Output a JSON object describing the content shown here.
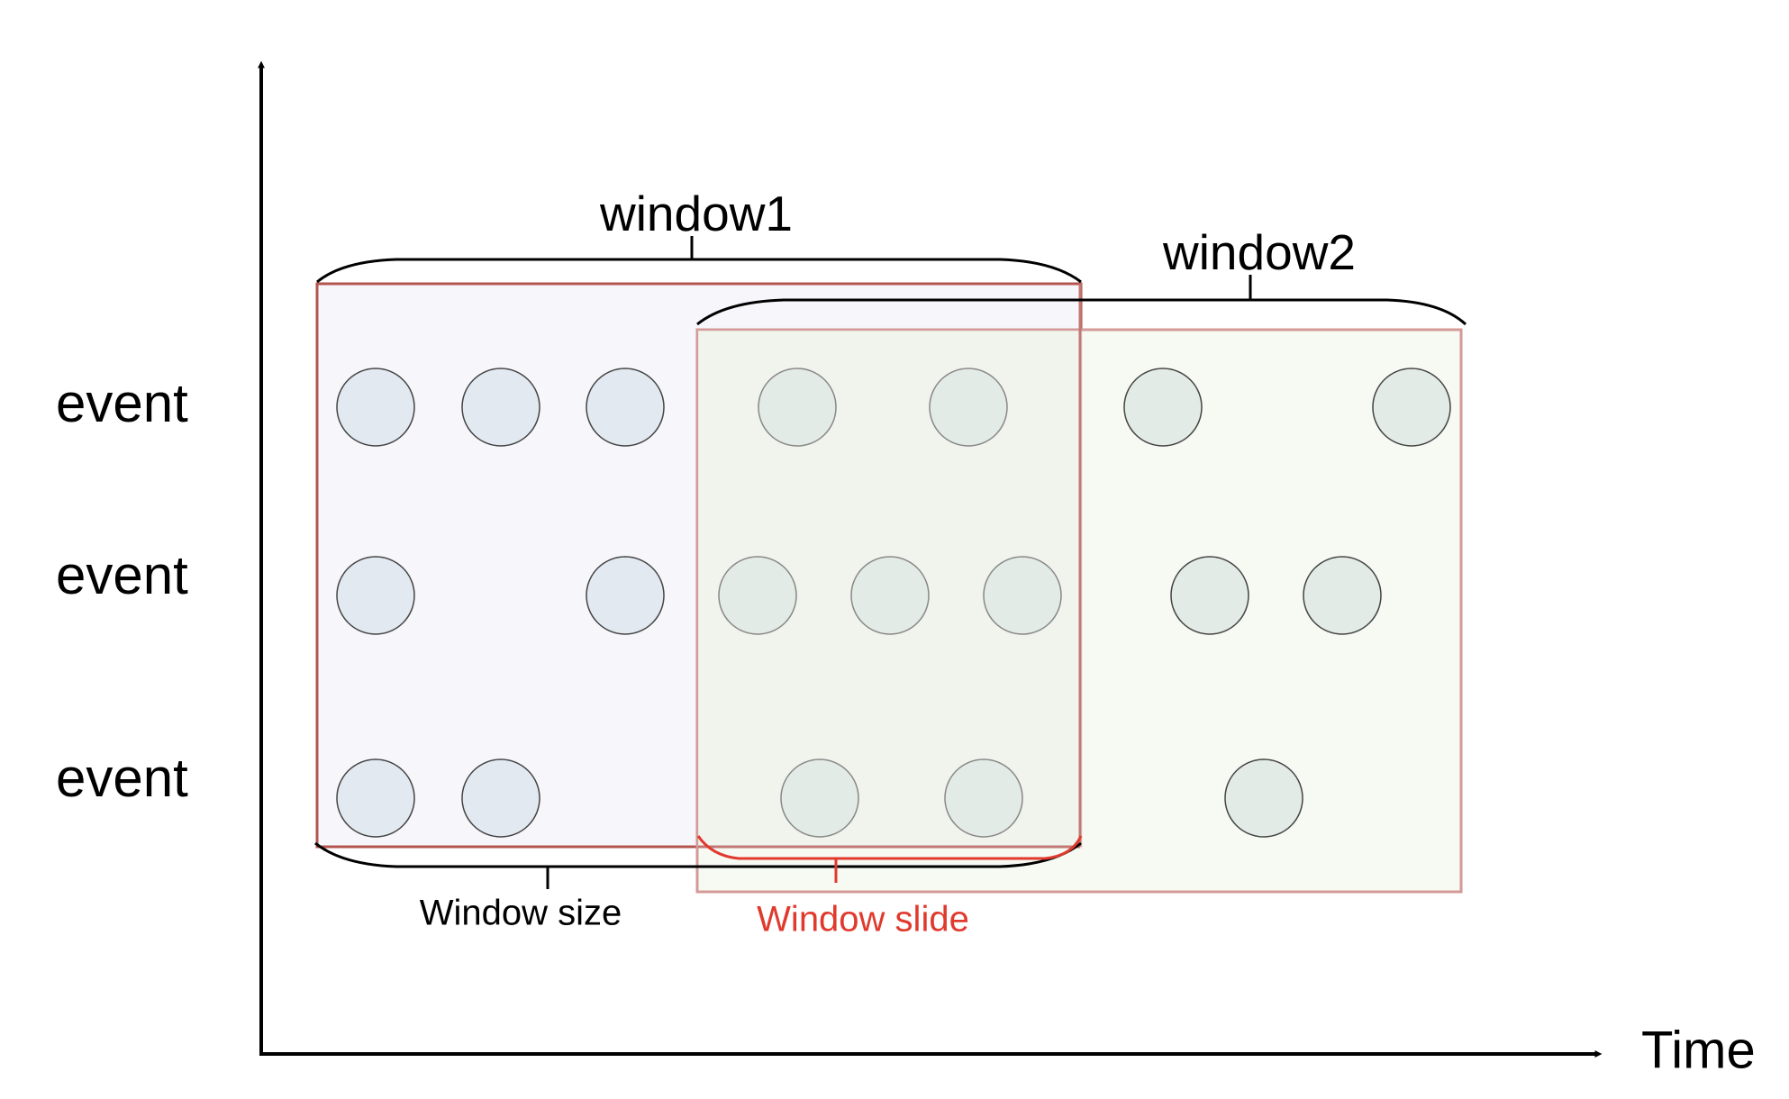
{
  "window1_label": "window1",
  "window2_label": "window2",
  "row_labels": [
    "event",
    "event",
    "event"
  ],
  "axis_label": "Time",
  "window_size_label": "Window size",
  "window_slide_label": "Window slide",
  "colors": {
    "axis": "#000000",
    "window1_border": "#b5544e",
    "window1_fill": "#f7f7fb",
    "window2_border": "#d39a97",
    "window2_fill": "#f6f8f1",
    "overlap_fill": "#eff1e9",
    "event_w1_fill": "#e2e9f0",
    "event_w2_fill": "#e3ebe6",
    "slide_accent": "#e03a2e"
  }
}
